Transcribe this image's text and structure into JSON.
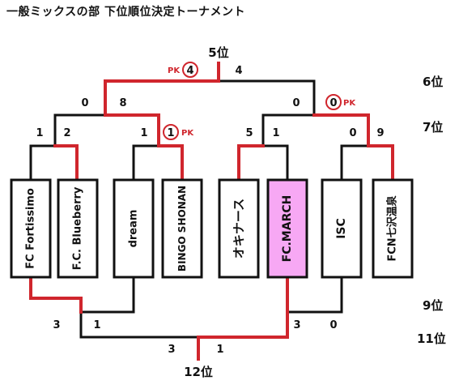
{
  "title": "一般ミックスの部 下位順位決定トーナメント",
  "colors": {
    "win": "#d0262d",
    "line": "#111111",
    "highlight": "#f7a8f4",
    "pk": "#d0262d"
  },
  "ranks": {
    "fifth": "5位",
    "sixth": "6位",
    "seventh": "7位",
    "ninth": "9位",
    "eleventh": "11位",
    "twelfth": "12位"
  },
  "teams": [
    {
      "name": "FC Fortissimo",
      "highlight": false
    },
    {
      "name": "F.C. Blueberry",
      "highlight": false
    },
    {
      "name": "dream",
      "highlight": false
    },
    {
      "name": "BINGO SHONAN",
      "highlight": false
    },
    {
      "name": "オキナース",
      "highlight": false
    },
    {
      "name": "FC.MARCH",
      "highlight": true
    },
    {
      "name": "ISC",
      "highlight": false
    },
    {
      "name": "FCN七沢温泉",
      "highlight": false
    }
  ],
  "pk_label": "PK",
  "scores": {
    "top_left": "4",
    "top_right": "4",
    "semi_left_left": "0",
    "semi_left_right": "8",
    "semi_right_left": "0",
    "semi_right_right": "0",
    "q1_left": "1",
    "q1_right": "2",
    "q2_left": "1",
    "q2_right": "1",
    "q3_left": "5",
    "q3_right": "1",
    "q4_left": "0",
    "q4_right": "9",
    "b9_left_left": "3",
    "b9_left_right": "1",
    "b9_right_left": "3",
    "b9_right_right": "0",
    "b11_left": "3",
    "b11_right": "1"
  }
}
